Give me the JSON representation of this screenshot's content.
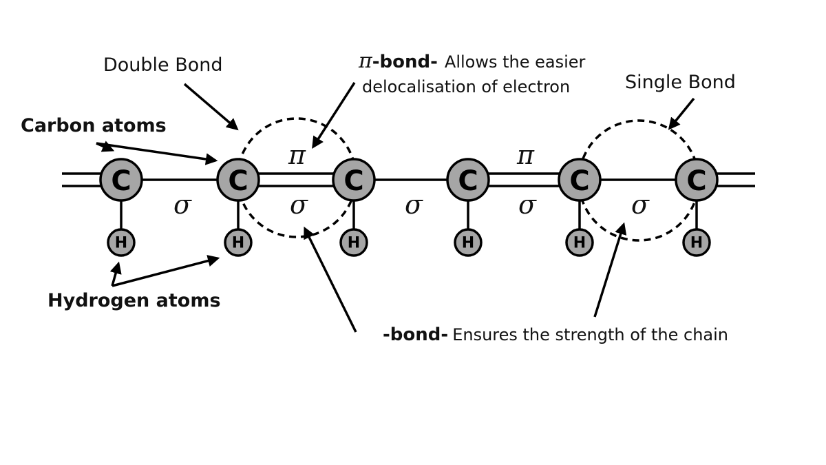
{
  "diagram": {
    "title": "Polyacetylene chain: sigma and pi bonds",
    "colors": {
      "atom_fill": "#a6a6a6",
      "stroke": "#000000",
      "background": "#ffffff"
    },
    "atoms": {
      "carbon_symbol": "C",
      "hydrogen_symbol": "H",
      "carbon_count": 6,
      "hydrogen_count": 6
    },
    "bonds": [
      {
        "between": "chain-start-C1",
        "type": "double"
      },
      {
        "between": "C1-C2",
        "type": "single",
        "label": "σ"
      },
      {
        "between": "C2-C3",
        "type": "double",
        "labels": [
          "π",
          "σ"
        ]
      },
      {
        "between": "C3-C4",
        "type": "single",
        "label": "σ"
      },
      {
        "between": "C4-C5",
        "type": "double",
        "labels": [
          "π",
          "σ"
        ]
      },
      {
        "between": "C5-C6",
        "type": "single",
        "label": "σ"
      },
      {
        "between": "C6-chain-end",
        "type": "double"
      }
    ],
    "symbols": {
      "pi": "π",
      "sigma": "σ"
    },
    "labels": {
      "double_bond": "Double Bond",
      "single_bond": "Single Bond",
      "carbon_atoms": "Carbon atoms",
      "hydrogen_atoms": "Hydrogen atoms",
      "pi_bond_prefix": "π",
      "pi_bond_bold": "-bond-",
      "pi_bond_desc_line1": "Allows the easier",
      "pi_bond_desc_line2": "delocalisation of electron",
      "sigma_bond_bold": "-bond-",
      "sigma_bond_desc": "Ensures the strength of the chain"
    }
  }
}
